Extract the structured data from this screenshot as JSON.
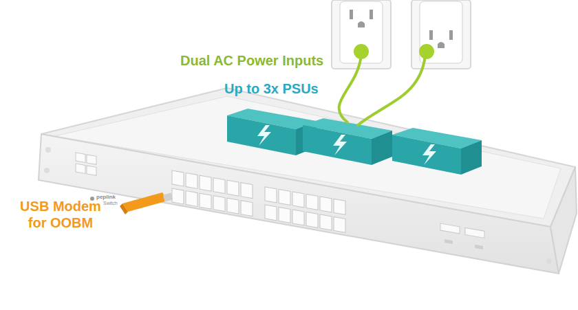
{
  "diagram": {
    "labels": [
      "Dual AC Power Inputs",
      "Up to 3x PSUs",
      "USB Modem for OOBM",
      "peplink",
      "Switch"
    ]
  }
}
